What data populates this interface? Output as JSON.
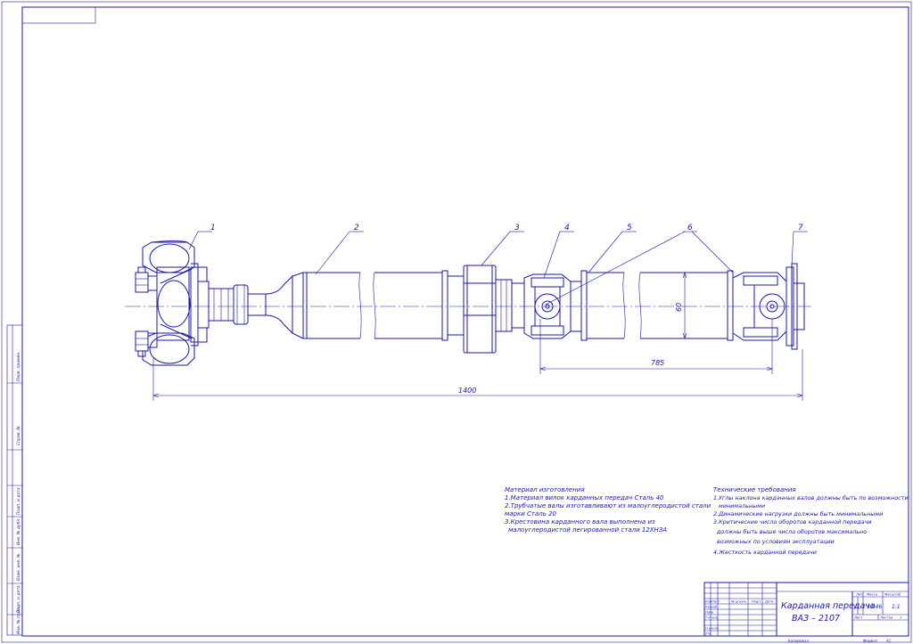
{
  "drawing": {
    "balloons": [
      "1",
      "2",
      "3",
      "4",
      "5",
      "6",
      "7"
    ],
    "dimensions": {
      "overall_length": "1400",
      "joint_spacing": "785",
      "tube_diameter": "60"
    }
  },
  "notes": {
    "materials": {
      "title": "Материал изготовления",
      "lines": [
        "1.Материал вилок карданных передач Сталь 40",
        "2.Трубчатые валы изготавливают из малоуглеродистой стали",
        "марки Сталь 20",
        "3.Крестовина карданного вала выполнена из",
        "малоуглеродистой легированной стали 12ХН3А"
      ]
    },
    "requirements": {
      "title": "Технические требования",
      "lines": [
        "1.Углы наклона карданных валов должны быть по возможности",
        "минимальными",
        "2.Динамические нагрузки должны быть минимальными",
        "3.Критические число оборотов карданной передачи",
        "должны быть выше числа оборотов максимально",
        "возможных по условиям эксплуатации",
        "4.Жесткость карданной передачи"
      ]
    }
  },
  "title_block": {
    "title_line1": "Карданная передача",
    "title_line2": "ВАЗ – 2107",
    "col_headers": [
      "Изм",
      "Лист",
      "№ докум.",
      "Подп.",
      "Дата"
    ],
    "row_labels": [
      "Разраб.",
      "Пров.",
      "Т.контр.",
      "",
      "Н.контр.",
      "Утв."
    ],
    "lit_label": "Лит.",
    "mass_label": "Масса",
    "scale_label": "Масштаб",
    "lit_value": "У",
    "mass_value": "10,46",
    "scale_value": "1:1",
    "sheet_label": "Лист",
    "sheets_label": "Листов",
    "sheets_value": "1",
    "copied": "Копировал",
    "format_label": "Формат",
    "format_value": "А1"
  },
  "side_stamp": {
    "labels": [
      "Перв. примен.",
      "Справ. №",
      "Подп. и дата",
      "Инв. № дубл.",
      "Взам. инв. №",
      "Подп. и дата",
      "Инв. № подл."
    ]
  }
}
